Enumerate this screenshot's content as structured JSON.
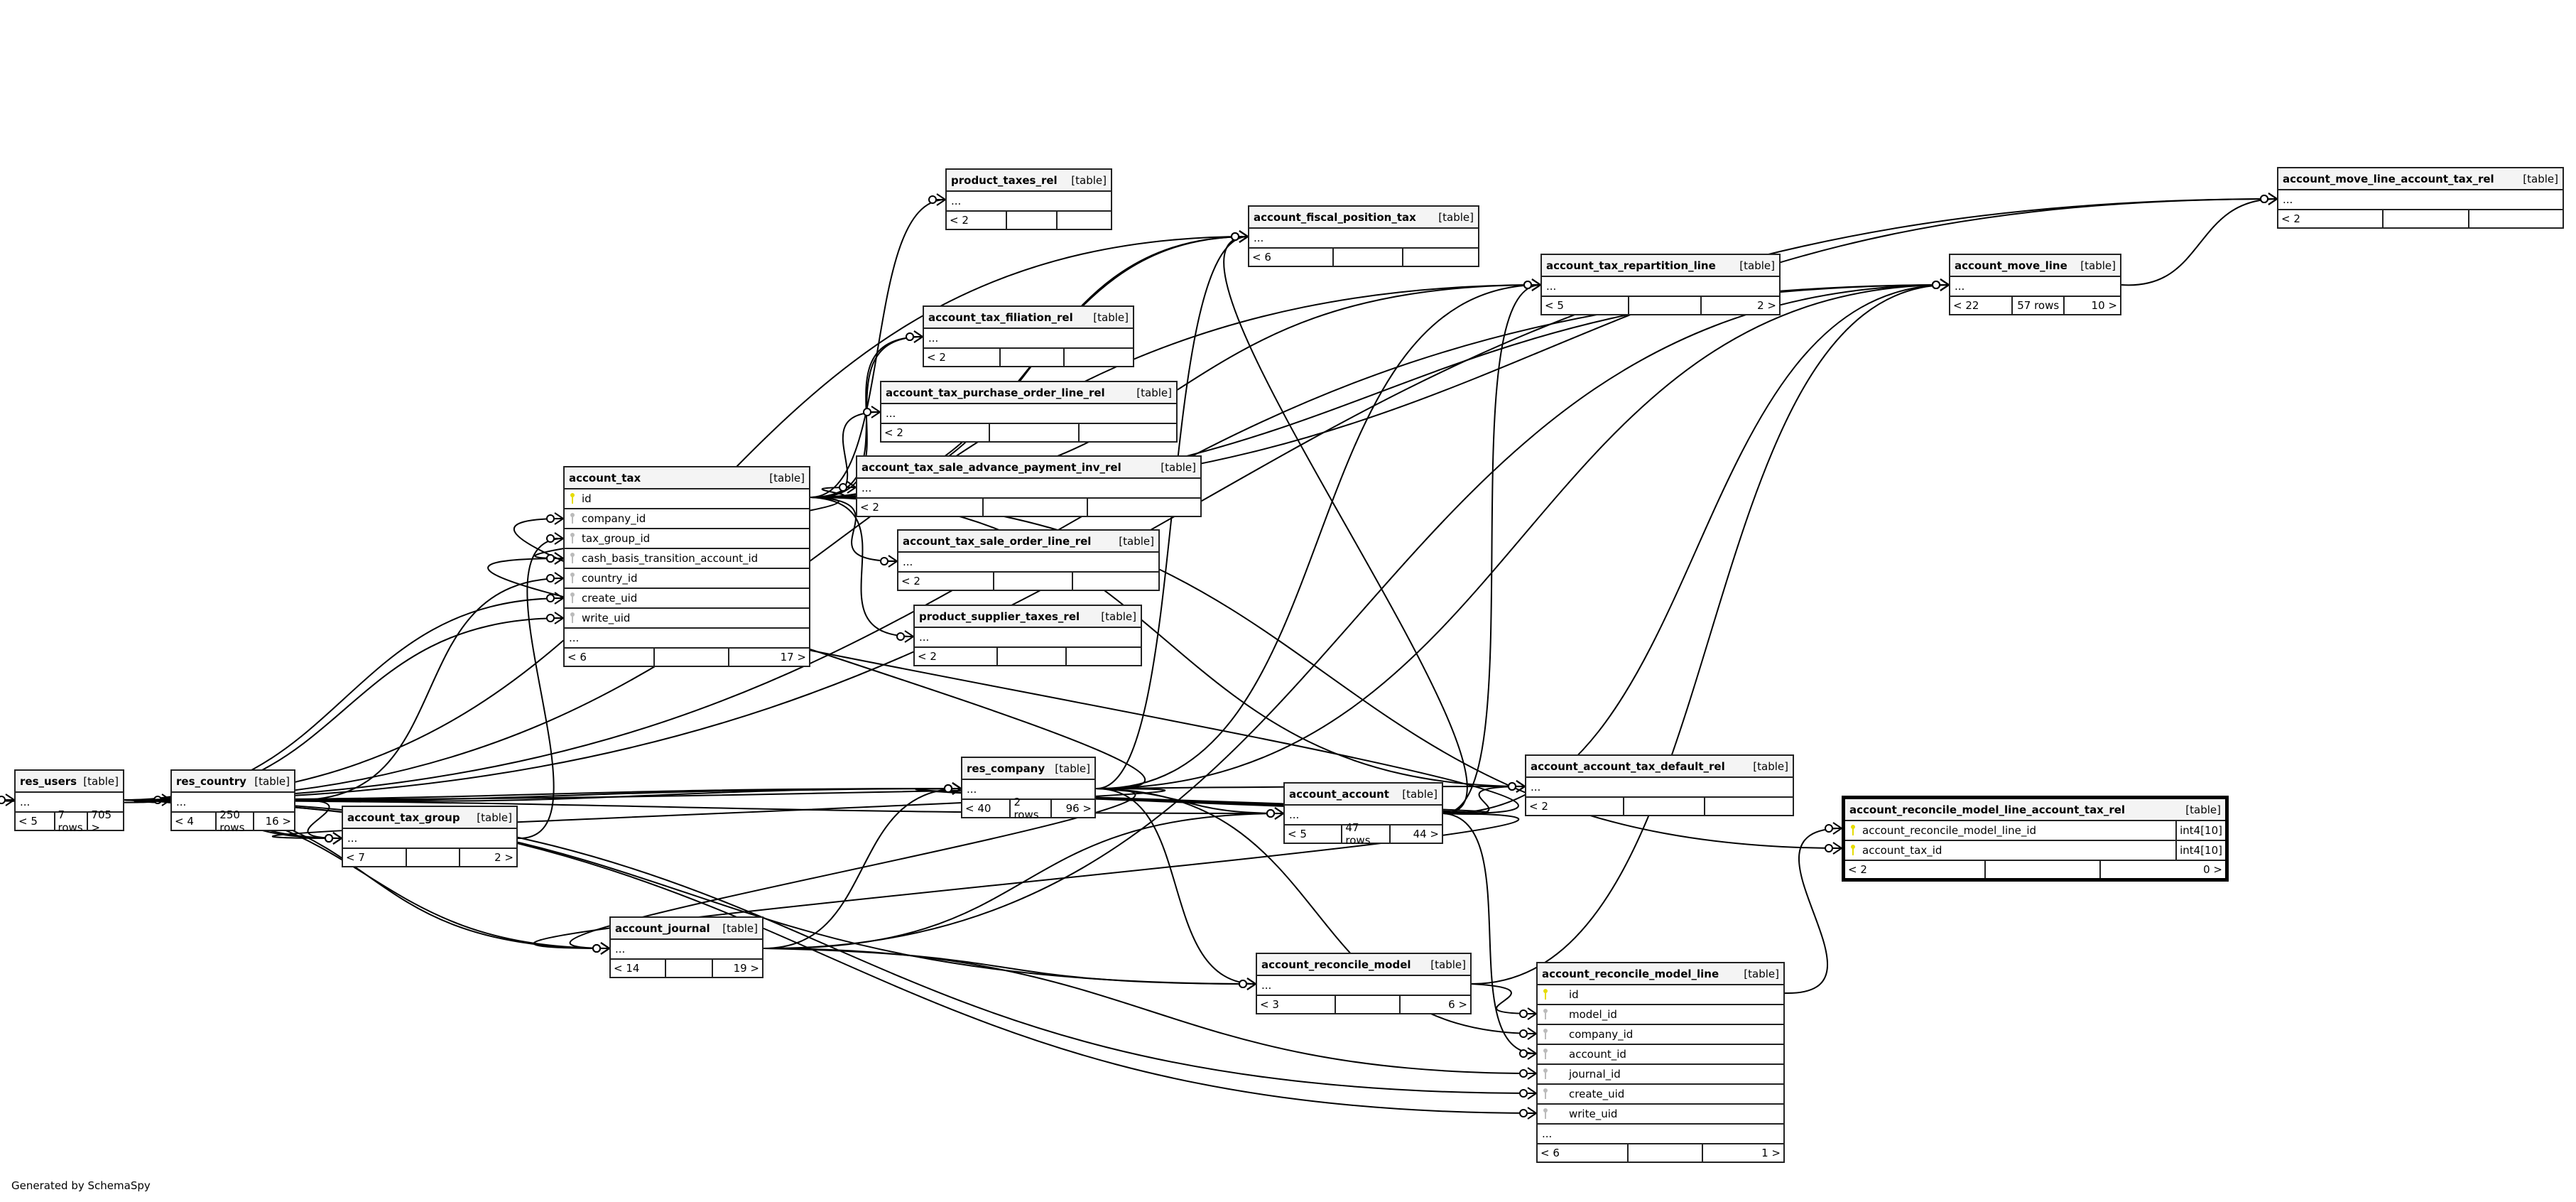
{
  "footer_text": "Generated by SchemaSpy",
  "type_label": "[table]",
  "ellipsis": "...",
  "tables": [
    {
      "name": "res_users",
      "footer": [
        "< 5",
        "7 rows",
        "705 >"
      ]
    },
    {
      "name": "res_country",
      "footer": [
        "< 4",
        "250 rows",
        "16 >"
      ]
    },
    {
      "name": "account_tax_group",
      "footer": [
        "< 7",
        "",
        "2 >"
      ]
    },
    {
      "name": "account_journal",
      "footer": [
        "< 14",
        "",
        "19 >"
      ]
    },
    {
      "name": "account_tax",
      "columns": [
        {
          "name": "id",
          "key": "pk"
        },
        {
          "name": "company_id",
          "key": "fk"
        },
        {
          "name": "tax_group_id",
          "key": "fk"
        },
        {
          "name": "cash_basis_transition_account_id",
          "key": "fk"
        },
        {
          "name": "country_id",
          "key": "fk"
        },
        {
          "name": "create_uid",
          "key": "fk"
        },
        {
          "name": "write_uid",
          "key": "fk"
        }
      ],
      "footer": [
        "< 6",
        "",
        "17 >"
      ]
    },
    {
      "name": "product_taxes_rel",
      "footer": [
        "< 2",
        "",
        ""
      ]
    },
    {
      "name": "account_fiscal_position_tax",
      "footer": [
        "< 6",
        "",
        ""
      ]
    },
    {
      "name": "account_tax_filiation_rel",
      "footer": [
        "< 2",
        "",
        ""
      ]
    },
    {
      "name": "account_tax_purchase_order_line_rel",
      "footer": [
        "< 2",
        "",
        ""
      ]
    },
    {
      "name": "account_tax_sale_advance_payment_inv_rel",
      "footer": [
        "< 2",
        "",
        ""
      ]
    },
    {
      "name": "account_tax_sale_order_line_rel",
      "footer": [
        "< 2",
        "",
        ""
      ]
    },
    {
      "name": "product_supplier_taxes_rel",
      "footer": [
        "< 2",
        "",
        ""
      ]
    },
    {
      "name": "account_tax_repartition_line",
      "footer": [
        "< 5",
        "",
        "2 >"
      ]
    },
    {
      "name": "account_move_line",
      "footer": [
        "< 22",
        "57 rows",
        "10 >"
      ]
    },
    {
      "name": "account_move_line_account_tax_rel",
      "footer": [
        "< 2",
        "",
        ""
      ]
    },
    {
      "name": "res_company",
      "footer": [
        "< 40",
        "2 rows",
        "96 >"
      ]
    },
    {
      "name": "account_account",
      "footer": [
        "< 5",
        "47 rows",
        "44 >"
      ]
    },
    {
      "name": "account_account_tax_default_rel",
      "footer": [
        "< 2",
        "",
        ""
      ]
    },
    {
      "name": "account_reconcile_model",
      "footer": [
        "< 3",
        "",
        "6 >"
      ]
    },
    {
      "name": "account_reconcile_model_line",
      "columns": [
        {
          "name": "id",
          "key": "pk"
        },
        {
          "name": "model_id",
          "key": "fk"
        },
        {
          "name": "company_id",
          "key": "fk"
        },
        {
          "name": "account_id",
          "key": "fk"
        },
        {
          "name": "journal_id",
          "key": "fk"
        },
        {
          "name": "create_uid",
          "key": "fk"
        },
        {
          "name": "write_uid",
          "key": "fk"
        }
      ],
      "footer": [
        "< 6",
        "",
        "1 >"
      ]
    },
    {
      "name": "account_reconcile_model_line_account_tax_rel",
      "focus": true,
      "columns": [
        {
          "name": "account_reconcile_model_line_id",
          "key": "pk",
          "type": "int4[10]"
        },
        {
          "name": "account_tax_id",
          "key": "pk",
          "type": "int4[10]"
        }
      ],
      "footer": [
        "< 2",
        "",
        "0 >"
      ],
      "no_ellipsis": true
    }
  ]
}
